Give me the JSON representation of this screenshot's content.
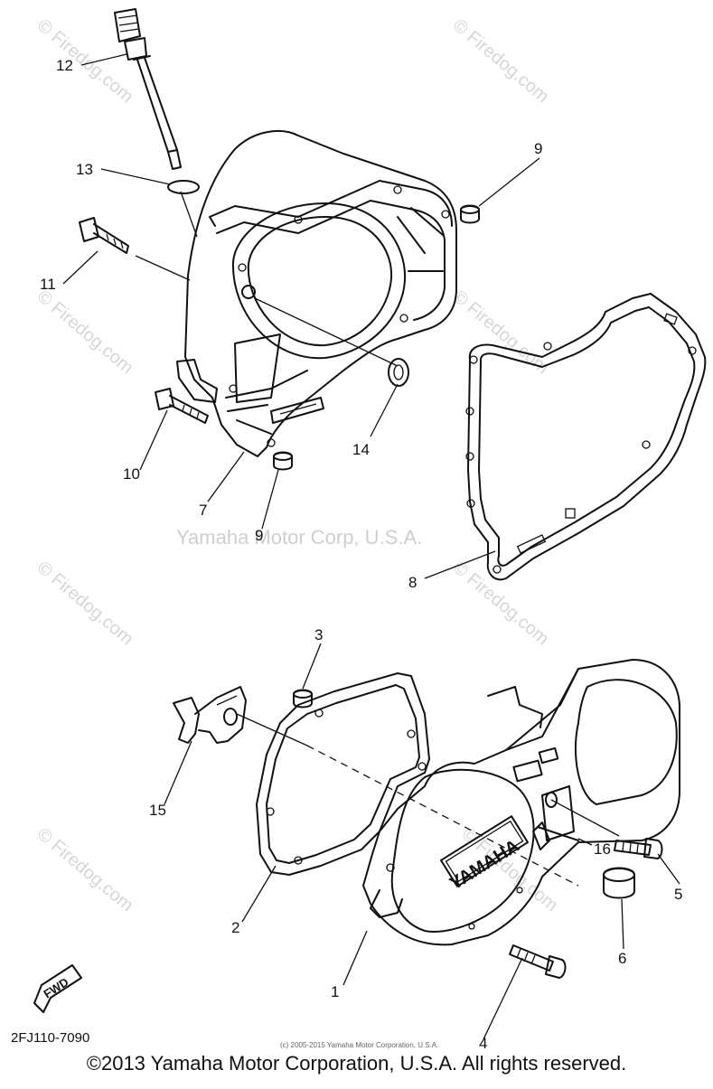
{
  "watermarks": {
    "center": "Yamaha Motor Corp, U.S.A.",
    "firedog": "© Firedog.com"
  },
  "callouts": [
    {
      "id": "12",
      "label": "12"
    },
    {
      "id": "13",
      "label": "13"
    },
    {
      "id": "11",
      "label": "11"
    },
    {
      "id": "9a",
      "label": "9"
    },
    {
      "id": "14",
      "label": "14"
    },
    {
      "id": "10",
      "label": "10"
    },
    {
      "id": "7",
      "label": "7"
    },
    {
      "id": "9b",
      "label": "9"
    },
    {
      "id": "8",
      "label": "8"
    },
    {
      "id": "3",
      "label": "3"
    },
    {
      "id": "15",
      "label": "15"
    },
    {
      "id": "16",
      "label": "16"
    },
    {
      "id": "2",
      "label": "2"
    },
    {
      "id": "5",
      "label": "5"
    },
    {
      "id": "6",
      "label": "6"
    },
    {
      "id": "1",
      "label": "1"
    },
    {
      "id": "4",
      "label": "4"
    }
  ],
  "cover_brand": "YAMAHA",
  "fwd_label": "FWD",
  "diagram_code": "2FJ110-7090",
  "small_credit": "(c) 2005-2015 Yamaha Motor Corporation, U.S.A.",
  "copyright": "©2013 Yamaha Motor Corporation, U.S.A. All rights reserved."
}
